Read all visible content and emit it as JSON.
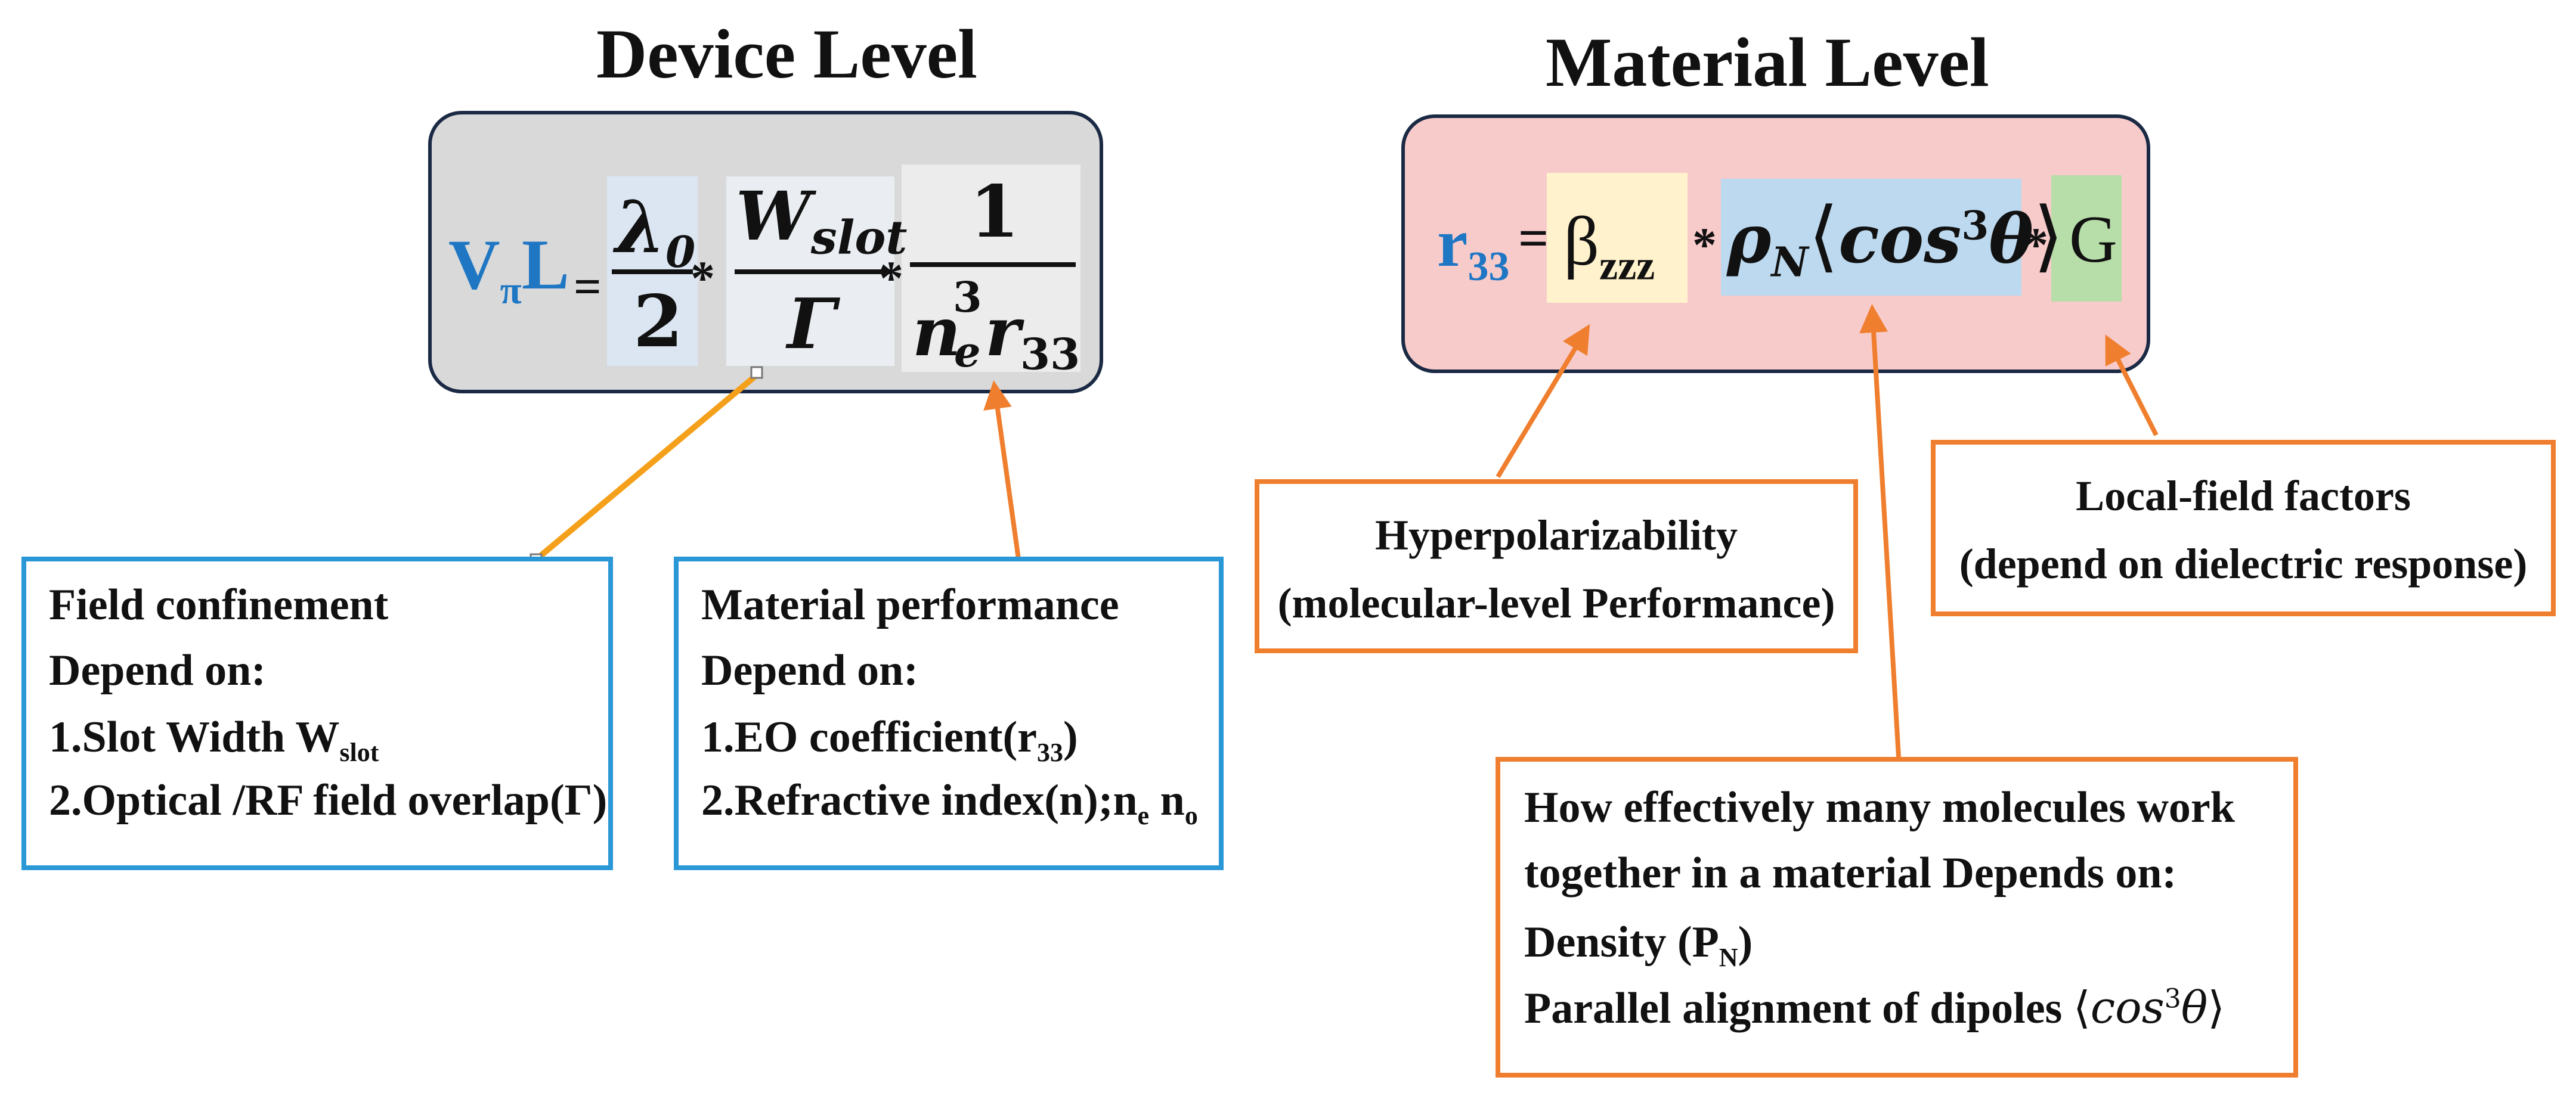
{
  "device": {
    "heading": "Device Level",
    "lhs_v": "V",
    "lhs_sub": "π",
    "lhs_l": "L",
    "equals": "=",
    "t1_num": "λ",
    "t1_num_sub": "0",
    "t1_den": "2",
    "star": "*",
    "t2_num": "W",
    "t2_num_sub": "slot",
    "t2_den": "Γ",
    "t3_num": "1",
    "t3_den_n": "n",
    "t3_den_sup": "3",
    "t3_den_sub": "e",
    "t3_den_r": "r",
    "t3_den_rsub": "33"
  },
  "material": {
    "heading": "Material Level",
    "lhs_r": "r",
    "lhs_sub": "33",
    "equals": "=",
    "beta": "β",
    "beta_sub": "zzz",
    "star": "*",
    "rho": "ρ",
    "rho_sub": "N",
    "cos_open": "⟨",
    "cos_text": "cos",
    "cos_sup": "3",
    "theta": "θ",
    "cos_close": "⟩",
    "g": "G"
  },
  "notes": {
    "field": {
      "title": "Field confinement",
      "depend": "Depend on:",
      "item1": "1.Slot Width W",
      "item1_sub": "slot",
      "item2": "2.Optical /RF field overlap(Γ)"
    },
    "matperf": {
      "title": "Material performance",
      "depend": "Depend on:",
      "item1": "1.EO coefficient(r",
      "item1_sub": "33",
      "item1_end": ")",
      "item2": "2.Refractive index(n);n",
      "item2_sub1": "e",
      "item2_mid": " n",
      "item2_sub2": "o"
    },
    "hyper": {
      "line1": "Hyperpolarizability",
      "line2": "(molecular-level Performance)"
    },
    "local": {
      "line1": "Local-field factors",
      "line2": "(depend on dielectric response)"
    },
    "many": {
      "line1": "How effectively many molecules work",
      "line2": "together in a material Depends on:",
      "line3": "Density (P",
      "line3_sub": "N",
      "line3_end": ")",
      "line4": "Parallel alignment of dipoles ",
      "line4_open": "⟨",
      "line4_cos": "cos",
      "line4_sup": "3",
      "line4_theta": "θ",
      "line4_close": "⟩"
    }
  },
  "colors": {
    "device_panel": "#d9d9d9",
    "material_panel": "#f8cbcb",
    "panel_border": "#1b2a44",
    "accent_blue": "#1f77c4",
    "note_blue_border": "#2a97d6",
    "note_orange_border": "#ef7f2e",
    "arrow_gold": "#f5a01a",
    "arrow_orange": "#ef7f2e",
    "hl_lambda": "#dce6f3",
    "hl_wslot": "#eaeef2",
    "hl_one": "#ececec",
    "hl_beta": "#fff2cc",
    "hl_rho": "#bcd9ef",
    "hl_g": "#b7dda8"
  }
}
